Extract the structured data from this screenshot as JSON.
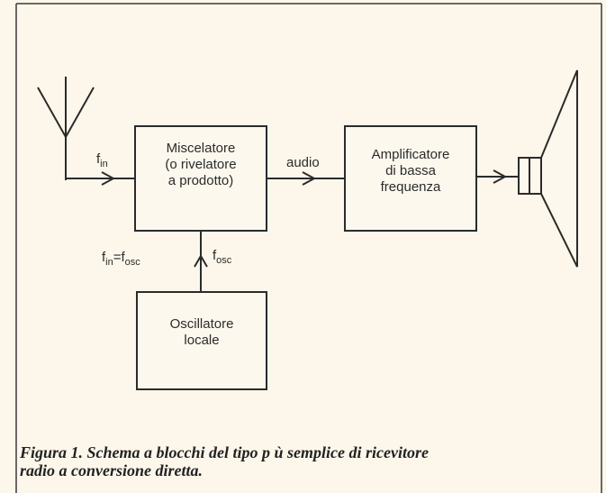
{
  "blocks": {
    "mixer": [
      "Miscelatore",
      "(o rivelatore",
      "a prodotto)"
    ],
    "amplifier": [
      "Amplificatore",
      "di bassa",
      "frequenza"
    ],
    "oscillator": [
      "Oscillatore",
      "locale"
    ]
  },
  "labels": {
    "f_in": {
      "main": "f",
      "sub": "in"
    },
    "audio": "audio",
    "f_osc": {
      "main": "f",
      "sub": "osc"
    },
    "equation": {
      "a": "f",
      "a_sub": "in",
      "eq": "=",
      "b": "f",
      "b_sub": "osc"
    }
  },
  "caption": {
    "line1": "Figura 1. Schema a blocchi del tipo p  ù semplice di ricevitore",
    "line2": "radio a conversione diretta."
  },
  "colors": {
    "paper": "#fcf7ea",
    "ink": "#2b2b2b",
    "block_fill": "#fdf8ee"
  }
}
